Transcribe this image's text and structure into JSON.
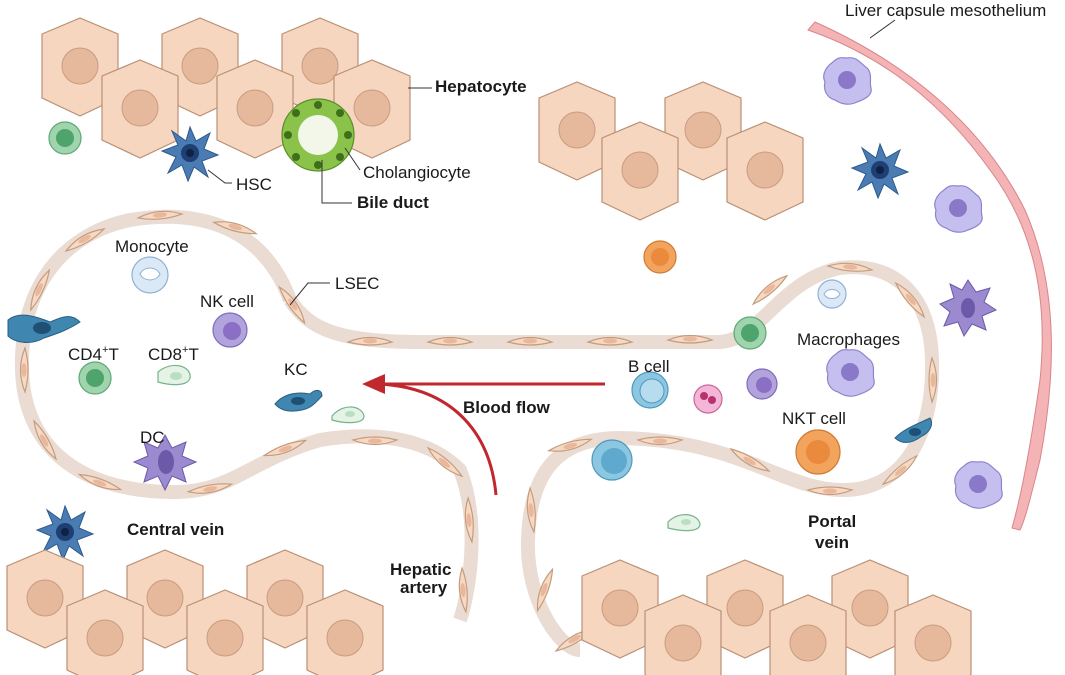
{
  "labels": {
    "liver_capsule": "Liver capsule mesothelium",
    "hepatocyte": "Hepatocyte",
    "cholangiocyte": "Cholangiocyte",
    "hsc": "HSC",
    "bile_duct": "Bile duct",
    "monocyte": "Monocyte",
    "lsec": "LSEC",
    "nk_cell": "NK cell",
    "cd4_t": "CD4",
    "cd4_sup": "+",
    "cd4_t_suffix": "T",
    "cd8_t": "CD8",
    "cd8_sup": "+",
    "cd8_t_suffix": "T",
    "kc": "KC",
    "dc": "DC",
    "blood_flow": "Blood flow",
    "central_vein": "Central vein",
    "hepatic_artery_1": "Hepatic",
    "hepatic_artery_2": "artery",
    "b_cell": "B cell",
    "macrophages": "Macrophages",
    "nkt_cell": "NKT cell",
    "portal_vein_1": "Portal",
    "portal_vein_2": "vein"
  },
  "colors": {
    "hepatocyte": "#f6d6bf",
    "arrow": "#c0282d",
    "capsule": "#f4b3b5",
    "monocyte": "#dbe9f7",
    "nk": "#b3a3dd",
    "t_cell": "#7fc495",
    "kc": "#3f86b1",
    "b_cell": "#8cc7e2",
    "nkt": "#f3a45c",
    "neutrophil": "#e98fc0",
    "bile_duct": "#8bc34a"
  },
  "icons": [
    "hepatocyte-cell",
    "stellate-cell",
    "dendritic-cell",
    "kupffer-cell",
    "lymphocyte",
    "macrophage",
    "neutrophil",
    "endothelial-cell"
  ]
}
